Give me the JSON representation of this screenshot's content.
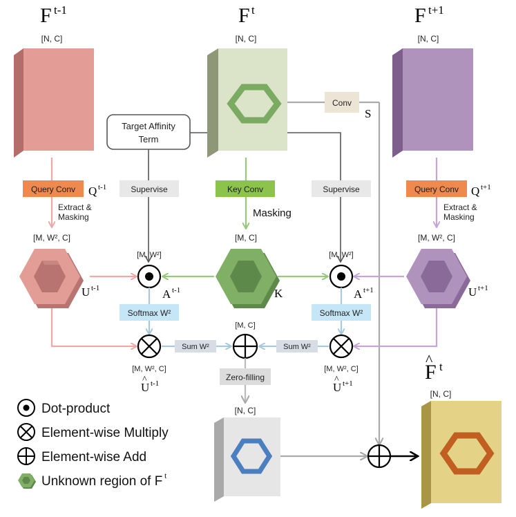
{
  "frames": {
    "prev": {
      "base": "F",
      "sup": "t-1",
      "shape": "[N, C]"
    },
    "cur": {
      "base": "F",
      "sup": "t",
      "shape": "[N, C]"
    },
    "next": {
      "base": "F",
      "sup": "t+1",
      "shape": "[N, C]"
    },
    "out": {
      "hat": "^",
      "base": "F",
      "sup": "t",
      "shape": "[N, C]"
    }
  },
  "boxes": {
    "conv": "Conv",
    "target_affinity_1": "Target Affinity",
    "target_affinity_2": "Term",
    "supervise_left": "Supervise",
    "supervise_right": "Supervise",
    "key_conv": "Key Conv",
    "query_conv_left": "Query Conv",
    "query_conv_right": "Query Conv",
    "softmax_left": "Softmax W²",
    "softmax_right": "Softmax W²",
    "sum_left": "Sum W²",
    "sum_right": "Sum W²",
    "zero_filling": "Zero-filling"
  },
  "labels": {
    "S": "S",
    "Q_left": {
      "base": "Q",
      "sup": "t-1"
    },
    "Q_right": {
      "base": "Q",
      "sup": "t+1"
    },
    "extract_left_1": "Extract &",
    "extract_left_2": "Masking",
    "extract_right_1": "Extract &",
    "extract_right_2": "Masking",
    "masking": "Masking",
    "shape_u_left": "[M, W², C]",
    "shape_u_right": "[M, W², C]",
    "shape_k": "[M, C]",
    "shape_dot_left": "[M, W²]",
    "shape_dot_right": "[M, W²]",
    "U_left": {
      "base": "U",
      "sup": "t-1"
    },
    "U_right": {
      "base": "U",
      "sup": "t+1"
    },
    "A_left": {
      "base": "A",
      "sup": "t-1"
    },
    "A_right": {
      "base": "A",
      "sup": "t+1"
    },
    "K": "K",
    "shape_add": "[M, C]",
    "shape_mul_left": "[M, W², C]",
    "shape_mul_right": "[M, W², C]",
    "Uhat_left": {
      "hat": "^",
      "base": "U",
      "sup": "t-1"
    },
    "Uhat_right": {
      "hat": "^",
      "base": "U",
      "sup": "t+1"
    },
    "shape_zero": "[N, C]"
  },
  "legend": {
    "dot": "Dot-product",
    "mul": "Element-wise Multiply",
    "add": "Element-wise Add",
    "unknown": "Unknown region of F",
    "unknown_sup": "t"
  },
  "colors": {
    "pink": "#e39d97",
    "green": "#dbe4c8",
    "purple": "#b093bd",
    "yellow": "#e4d386",
    "gray": "#e6e6e6",
    "orange": "#f0894e",
    "keygreen": "#8cc34b",
    "lightblue": "#c5e6f6",
    "lightgray": "#e9e9e9"
  }
}
